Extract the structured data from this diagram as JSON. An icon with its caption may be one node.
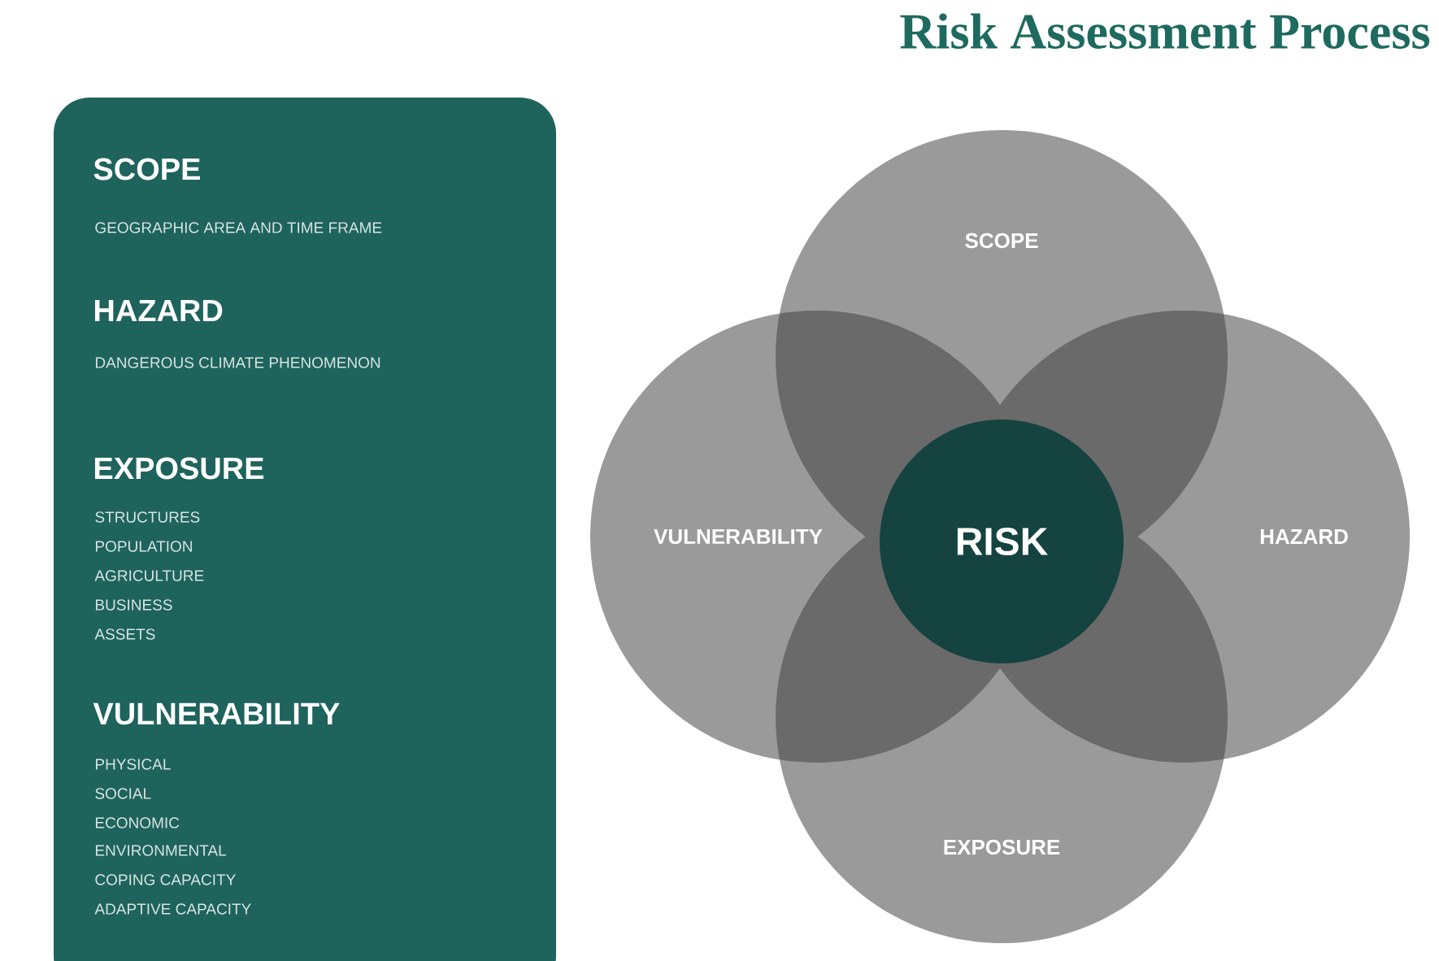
{
  "diagram": {
    "title": "Risk Assessment Process",
    "nodes": [
      {
        "text": [
          "SCOPE",
          "GEOGRAPHIC AREA AND TIME FRAME",
          "HAZARD",
          "DANGEROUS CLIMATE PHENOMENON",
          "EXPOSURE",
          "STRUCTURES",
          "POPULATION",
          "AGRICULTURE",
          "BUSINESS",
          "ASSETS",
          "VULNERABILITY",
          "PHYSICAL",
          "SOCIAL",
          "ECONOMIC",
          "ENVIRONMENTAL",
          "COPING CAPACITY",
          "ADAPTIVE CAPACITY"
        ]
      },
      {
        "text": [
          "SCOPE"
        ]
      },
      {
        "text": [
          "VULNERABILITY"
        ]
      },
      {
        "text": [
          "RISK"
        ]
      },
      {
        "text": [
          "HAZARD"
        ]
      },
      {
        "text": [
          "EXPOSURE"
        ]
      }
    ]
  }
}
